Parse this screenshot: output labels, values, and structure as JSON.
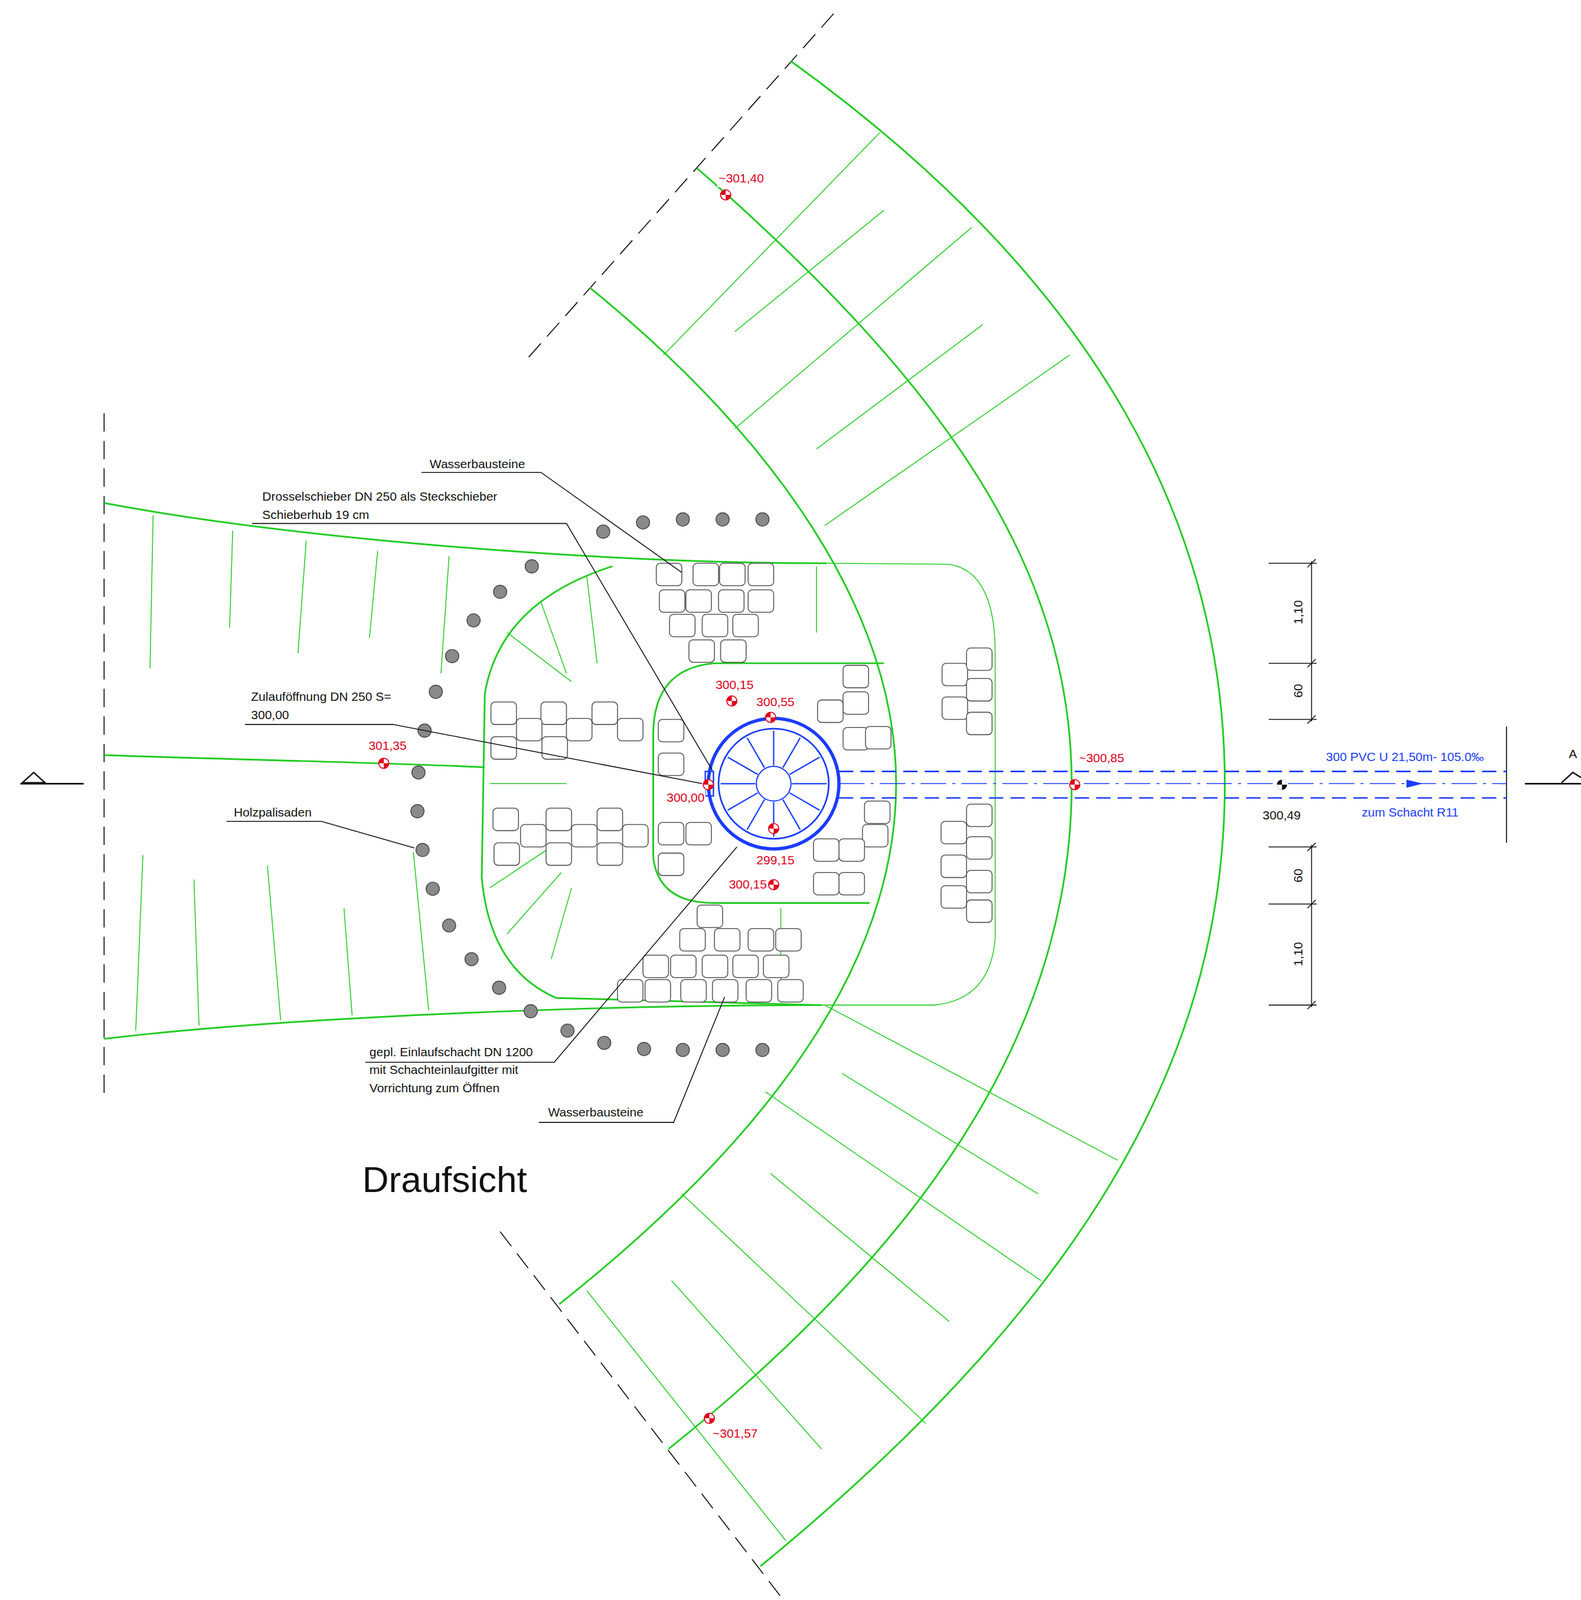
{
  "diagram": {
    "title": "Draufsicht",
    "labels": [
      "Wasserbausteine",
      "Drosselschieber DN 250 als Steckschieber Schieberhub 19 cm",
      "Zulauföffnung DN 250 S= 300,00",
      "Holzpalisaden",
      "gepl. Einlaufschacht DN 1200 mit Schachteinlaufgitter mit Vorrichtung zum Öffnen",
      "Wasserbausteine",
      "~301,40",
      "301,35",
      "300,15",
      "300,55",
      "300,00",
      "299,15",
      "300,15",
      "~300,85",
      "~301,57",
      "300,49",
      "300 PVC U 21,50m- 105.0‰",
      "zum Schacht R11",
      "1,10",
      "60",
      "60",
      "1,10",
      "A"
    ]
  }
}
